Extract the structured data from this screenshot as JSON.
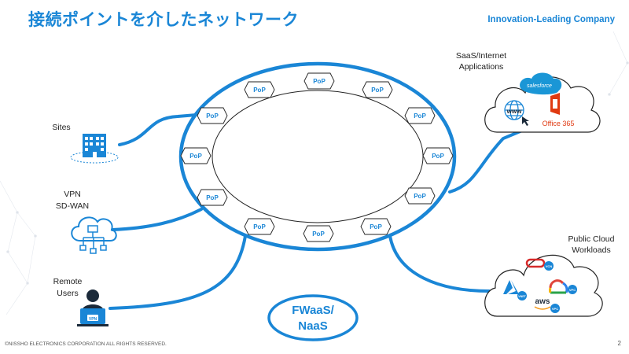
{
  "header": {
    "title": "接続ポイントを介したネットワーク",
    "brand": "Innovation-Leading Company"
  },
  "colors": {
    "primary": "#1a86d6",
    "text": "#222222",
    "office": "#e03a12"
  },
  "ring": {
    "node_label": "PoP",
    "node_count": 13
  },
  "edges": {
    "sites_label": "Sites",
    "vpn_label_1": "VPN",
    "vpn_label_2": "SD-WAN",
    "remote_label_1": "Remote",
    "remote_label_2": "Users",
    "saas_label_1": "SaaS/Internet",
    "saas_label_2": "Applications",
    "cloud_label_1": "Public Cloud",
    "cloud_label_2": "Workloads"
  },
  "badge": {
    "line1": "FWaaS/",
    "line2": "NaaS"
  },
  "services": {
    "salesforce": "salesforce",
    "www": "www",
    "office": "Office 365",
    "vpn_screen": "VPN",
    "vcn": "VCN",
    "vnet": "VNET",
    "vpc": "VPC",
    "aws": "aws"
  },
  "icons": [
    "building-icon",
    "network-cloud-icon",
    "remote-user-icon",
    "globe-icon",
    "office-icon",
    "oracle-icon",
    "azure-icon",
    "gcp-icon"
  ],
  "footer": {
    "copyright": "©NISSHO ELECTRONICS CORPORATION ALL RIGHTS RESERVED.",
    "page": "2"
  }
}
